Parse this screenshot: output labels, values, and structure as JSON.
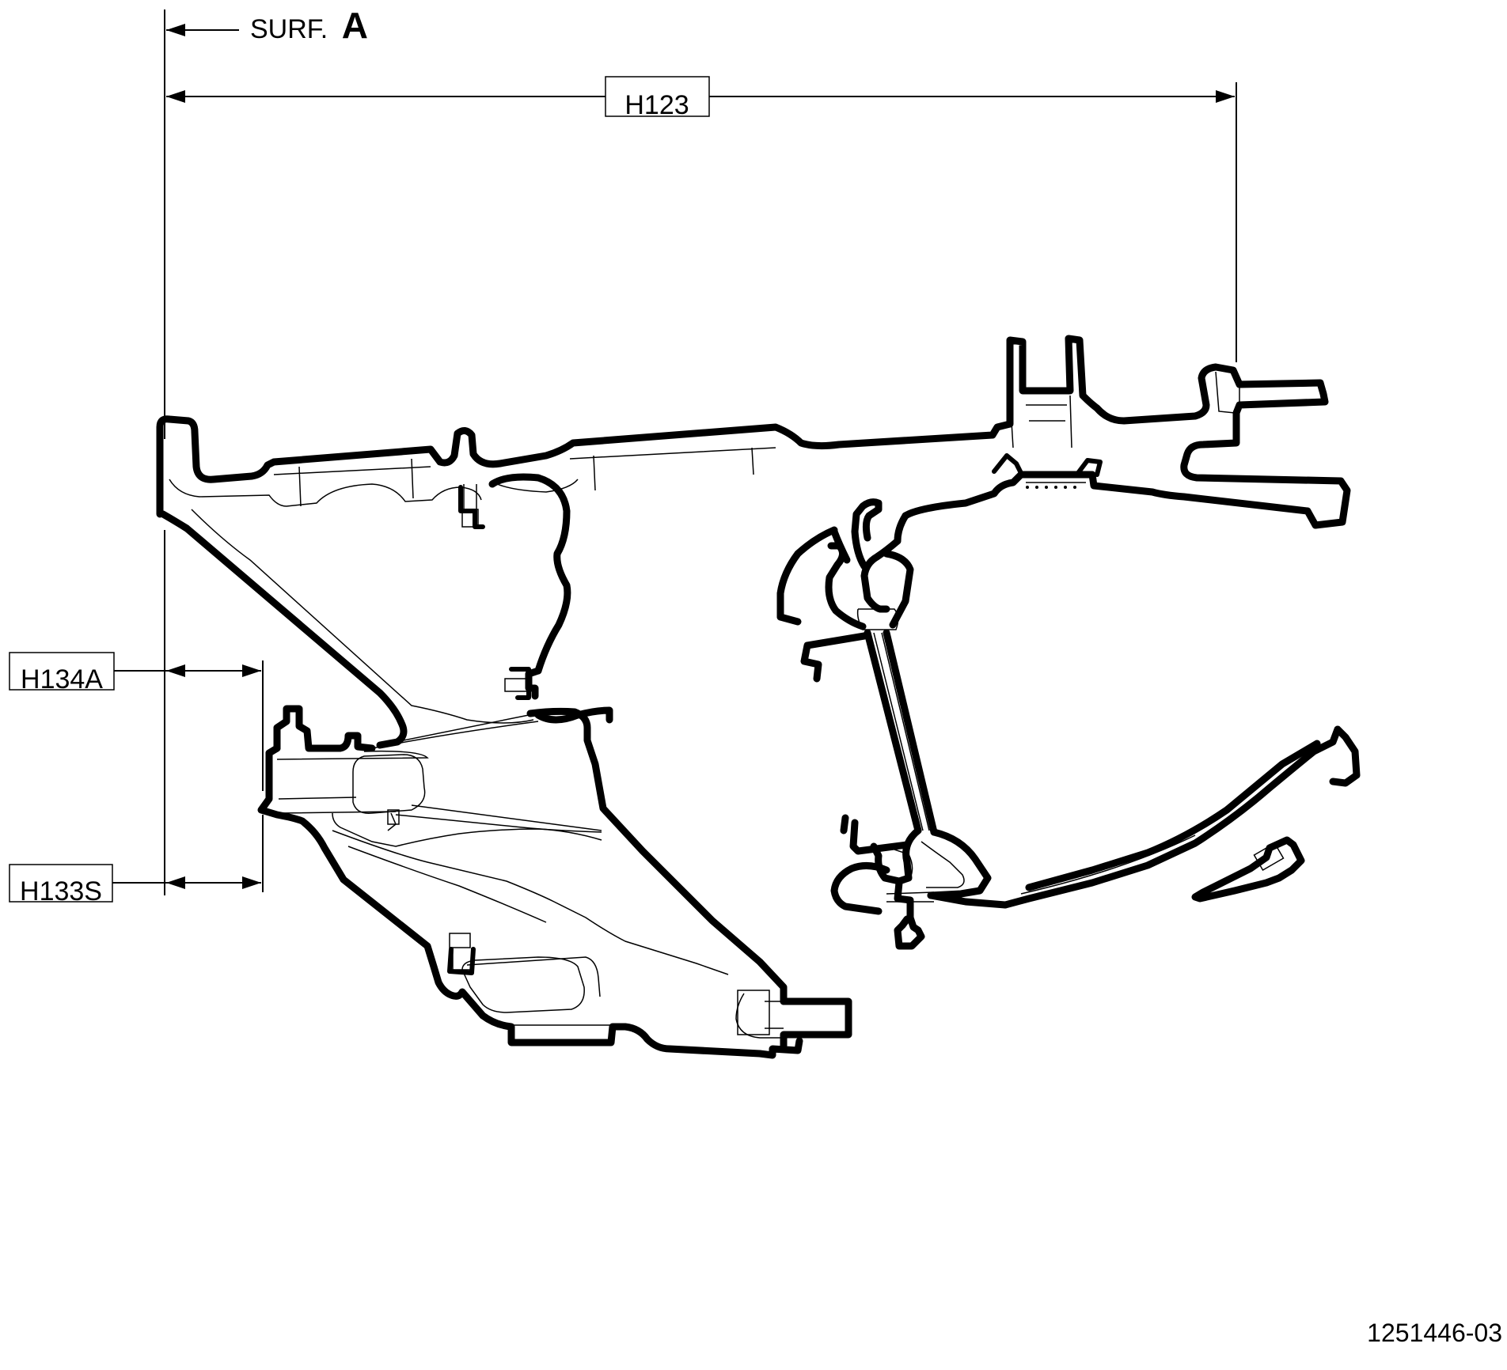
{
  "surface_label": {
    "prefix": "SURF.",
    "letter": "A"
  },
  "dimensions": [
    {
      "id": "h123",
      "label": "H123"
    },
    {
      "id": "h134a",
      "label": "H134A"
    },
    {
      "id": "h133s",
      "label": "H133S"
    }
  ],
  "figure_number": "1251446-03",
  "colors": {
    "ink": "#000000",
    "paper": "#ffffff"
  }
}
